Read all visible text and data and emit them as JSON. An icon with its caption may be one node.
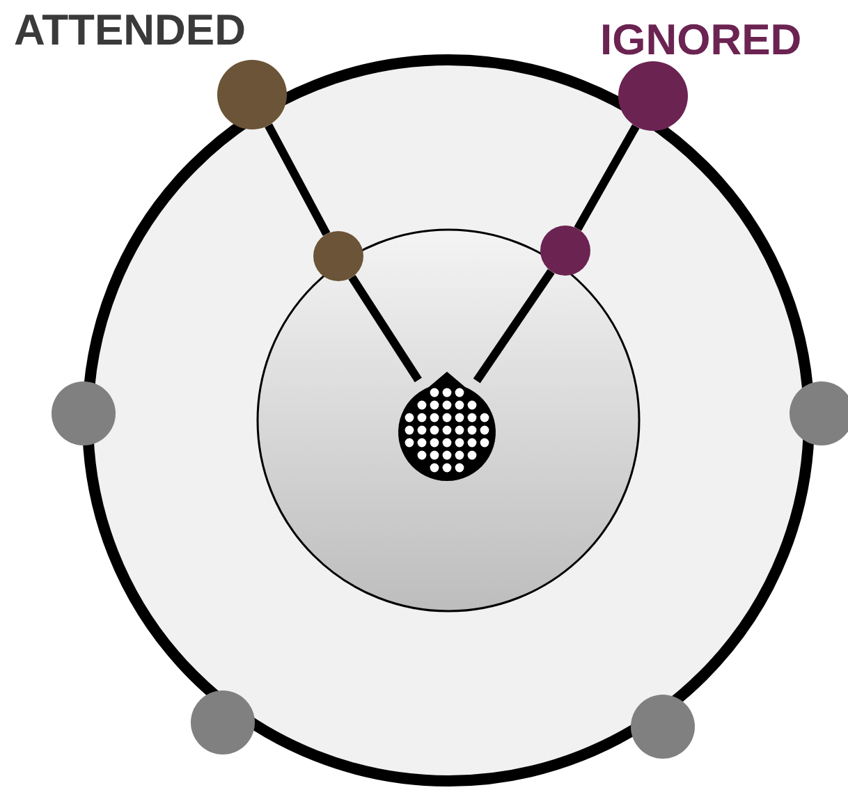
{
  "diagram": {
    "nodes": [
      {
        "text": [],
        "shape": "circle"
      },
      {
        "text": [],
        "shape": "circle",
        "beside": [
          "ATTENDED"
        ]
      },
      {
        "text": [],
        "shape": "circle",
        "beside": [
          "IGNORED"
        ]
      },
      {
        "text": [],
        "shape": "circle",
        "in": 0
      },
      {
        "text": [],
        "shape": "circle",
        "in": 0
      },
      {
        "text": [],
        "shape": "circle",
        "in": 0
      },
      {
        "text": [],
        "shape": "circle",
        "in": 3
      },
      {
        "text": [],
        "shape": "circle"
      },
      {
        "text": [],
        "shape": "circle"
      },
      {
        "text": [],
        "shape": "circle"
      },
      {
        "text": [],
        "shape": "circle"
      }
    ],
    "edges": [
      {
        "from": 1,
        "to": 4,
        "arrow": "none"
      },
      {
        "from": 4,
        "to": 6,
        "arrow": "none"
      },
      {
        "from": 2,
        "to": 5,
        "arrow": "none"
      },
      {
        "from": 5,
        "to": 6,
        "arrow": "none"
      }
    ]
  }
}
